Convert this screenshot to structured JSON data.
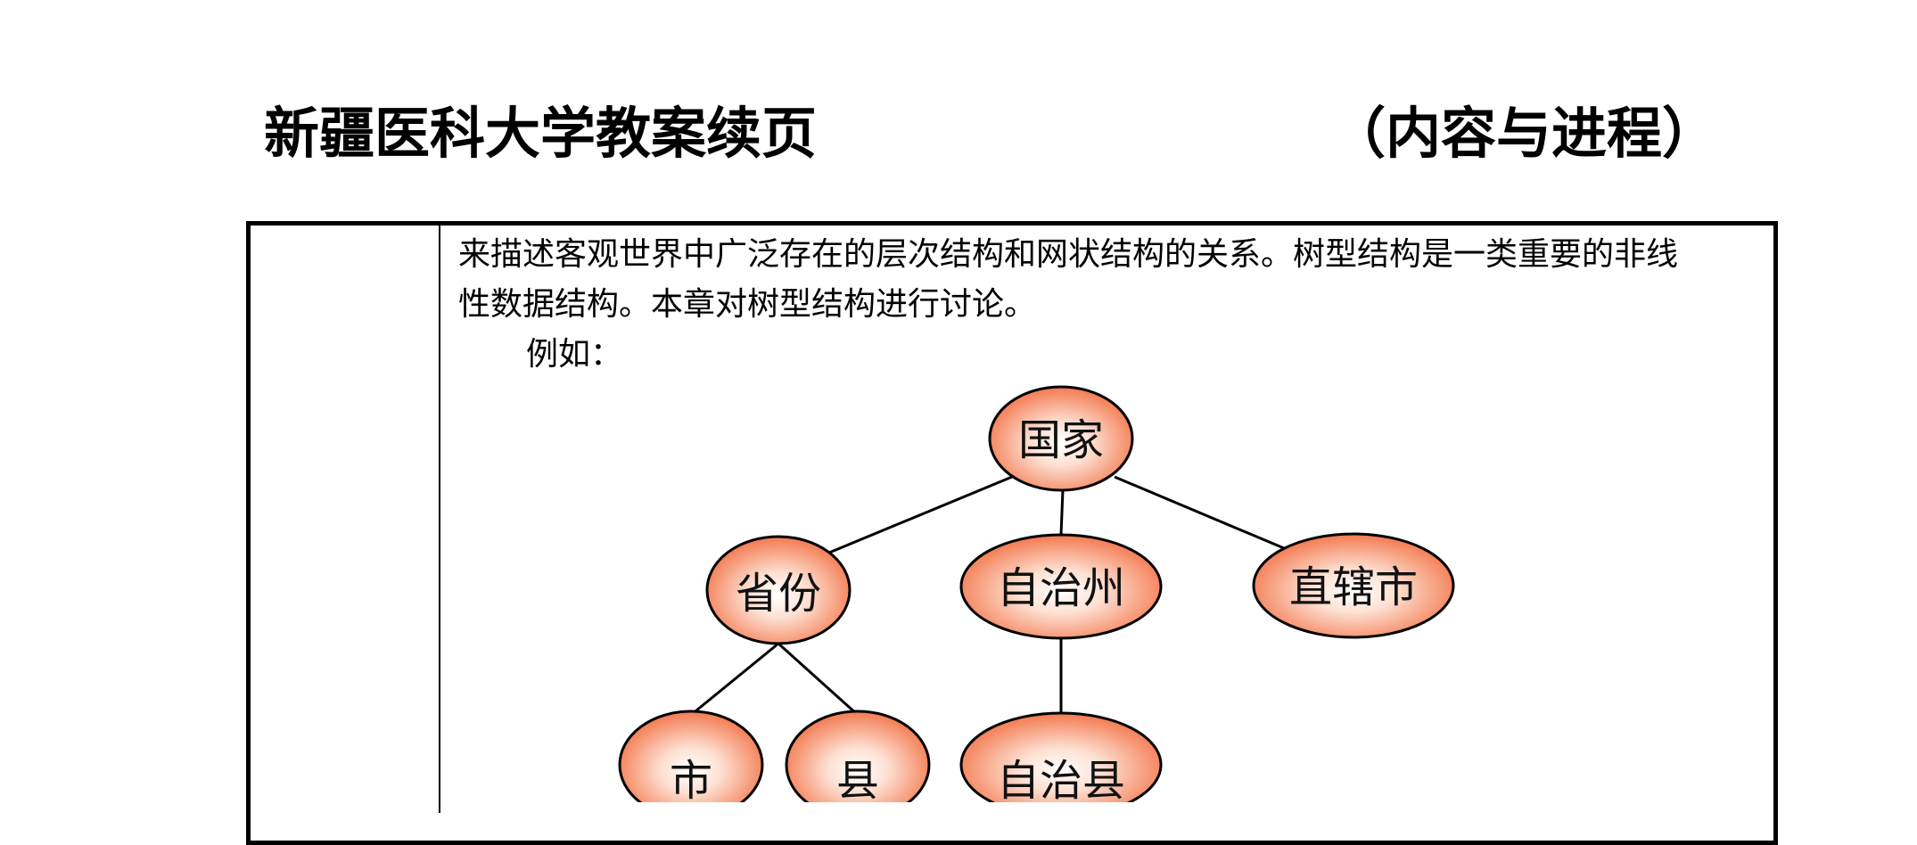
{
  "header": {
    "title": "新疆医科大学教案续页",
    "subtitle": "（内容与进程）"
  },
  "content": {
    "para_line1": "来描述客观世界中广泛存在的层次结构和网状结构的关系。树型结构是一类重要的非线",
    "para_line2": "性数据结构。本章对树型结构进行讨论。",
    "example_label": "例如："
  },
  "tree": {
    "root": "国家",
    "level1": [
      "省份",
      "自治州",
      "直辖市"
    ],
    "level2": [
      "市",
      "县",
      "自治县"
    ],
    "node_color": "#f26a3c",
    "node_highlight": "#ffffff"
  }
}
